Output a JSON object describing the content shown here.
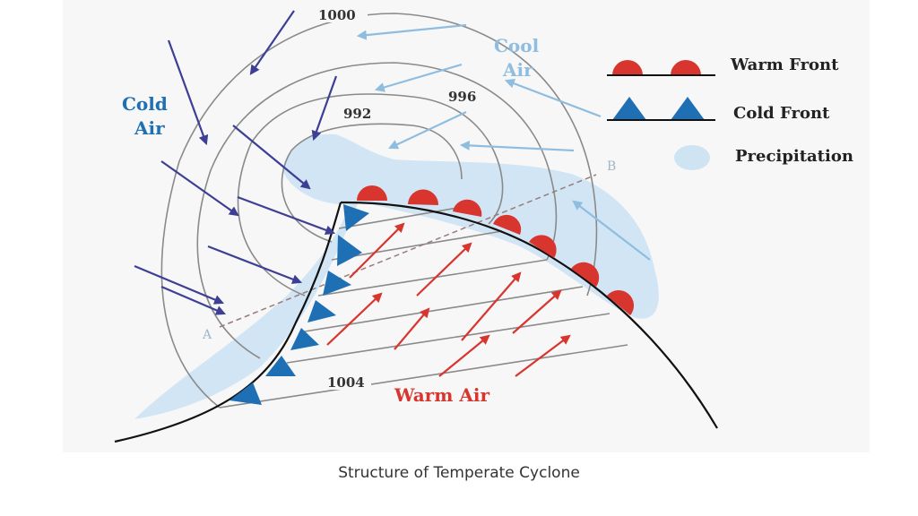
{
  "diagram": {
    "isobars": [
      "1000",
      "996",
      "992",
      "1004"
    ],
    "air_masses": {
      "cold_air": [
        "Cold",
        "Air"
      ],
      "cool_air": [
        "Cool",
        "Air"
      ],
      "warm_air": "Warm Air"
    },
    "cross_section_points": {
      "start": "A",
      "end": "B"
    },
    "legend": {
      "warm_front": "Warm Front",
      "cold_front": "Cold Front",
      "precipitation": "Precipitation"
    },
    "colors": {
      "warm": "#d8352e",
      "cold": "#1f6fb5",
      "cold_arrow": "#3d3f95",
      "cool_arrow": "#8fbde0",
      "precipitation": "#cfe4f3",
      "isobar": "#8a8a8a"
    }
  },
  "caption": "Structure of Temperate Cyclone"
}
